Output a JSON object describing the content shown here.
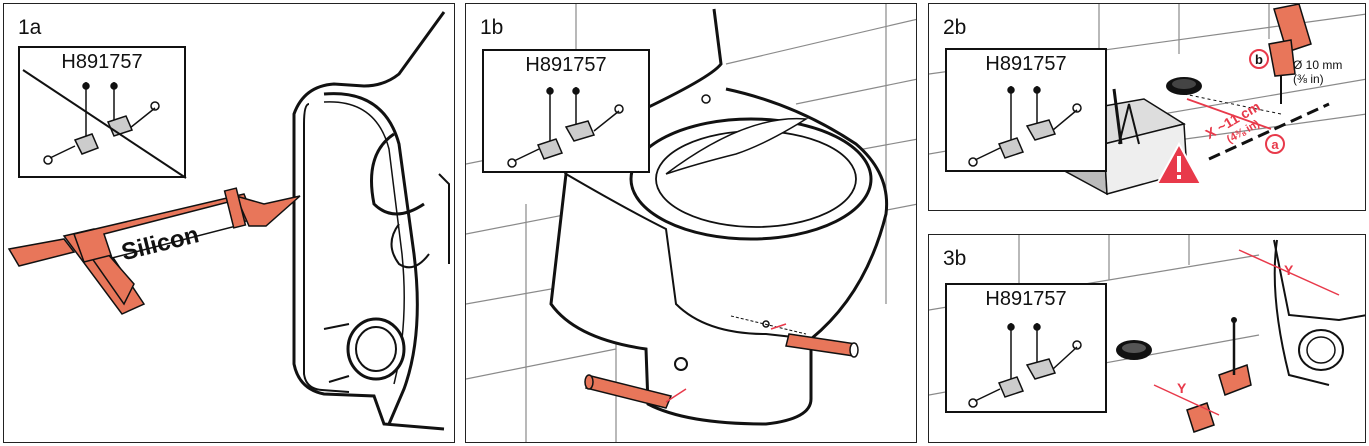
{
  "panels": [
    {
      "step": "1a",
      "kit_code": "H891757",
      "gun_label": "Silicon"
    },
    {
      "step": "1b",
      "kit_code": "H891757"
    },
    {
      "step": "2b",
      "kit_code": "H891757",
      "callout_b": "b",
      "callout_a": "a",
      "drill_diameter": "Ø 10 mm",
      "drill_diameter_imperial": "(⅜ in)",
      "distance": "X ~11 cm",
      "distance_imperial": "(4⅜ in)"
    },
    {
      "step": "3b",
      "kit_code": "H891757",
      "dim_y": "Y"
    }
  ],
  "colors": {
    "accent": "#e8765a",
    "line": "#111111",
    "tile_line": "#8a8a8a",
    "warning": "#e8394a"
  }
}
